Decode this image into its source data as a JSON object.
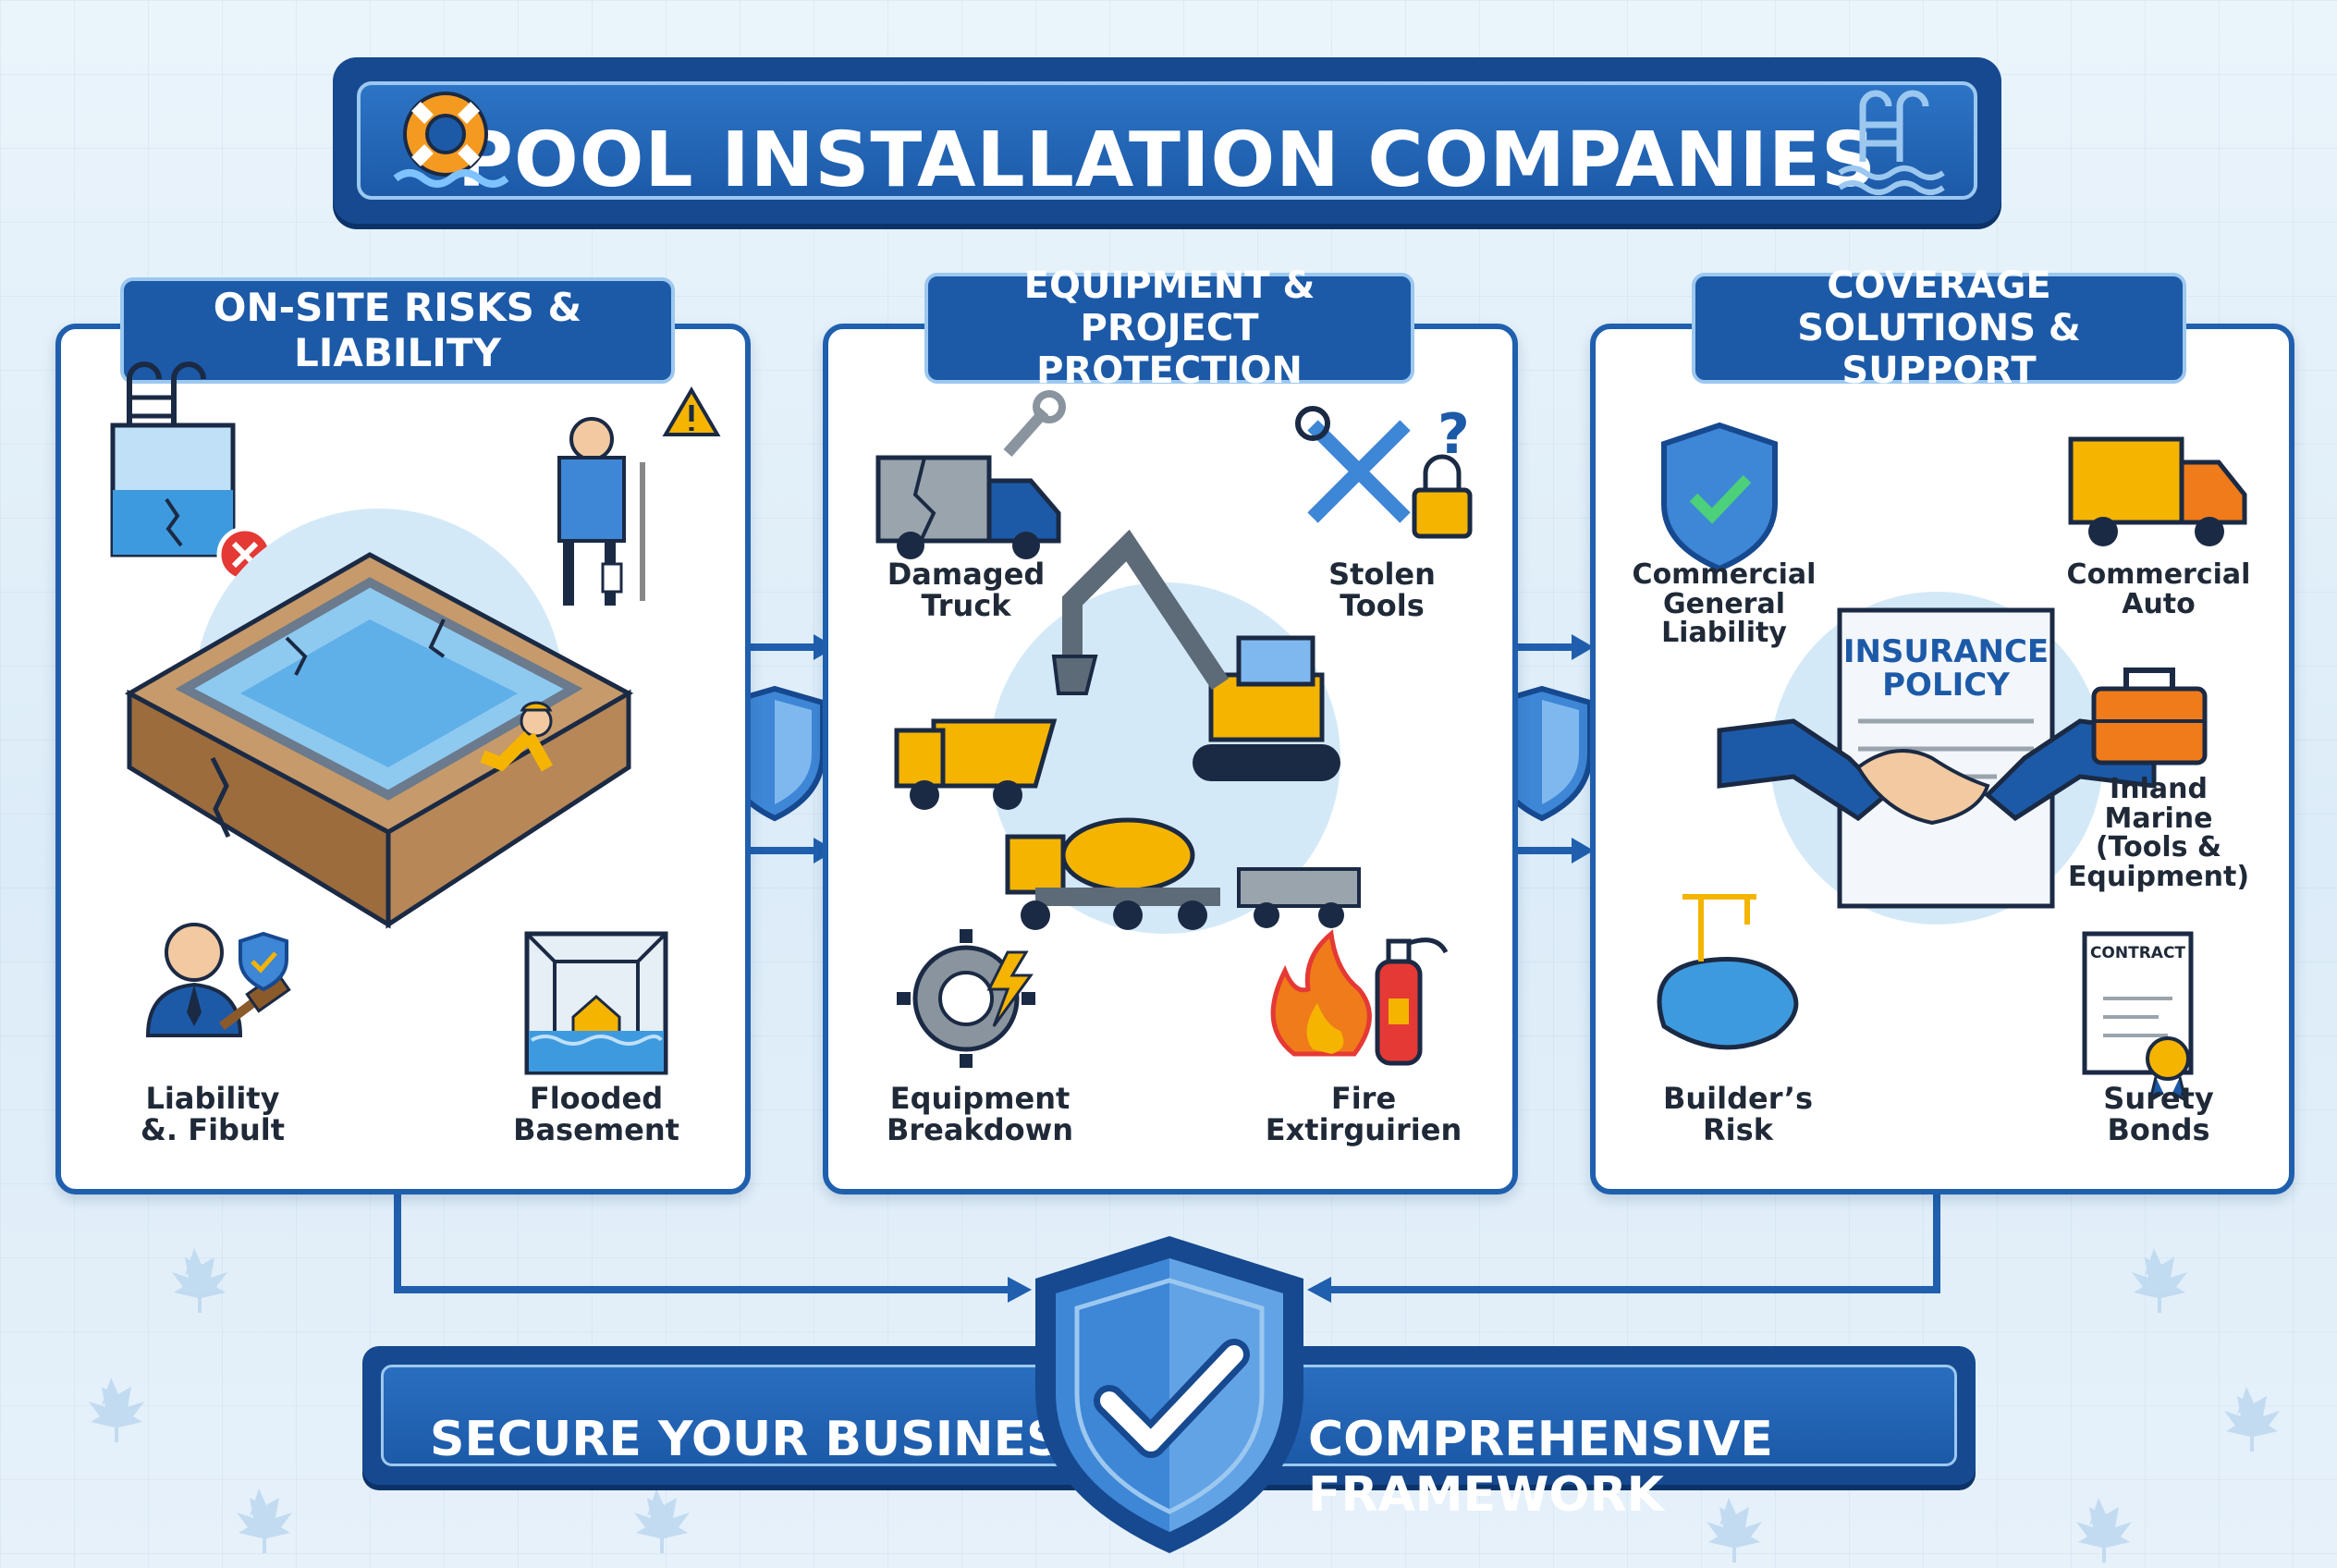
{
  "title": "POOL INSTALLATION COMPANIES",
  "panels": [
    {
      "heading": "ON-SITE RISKS & LIABILITY",
      "items": [
        "Liability\n&. Fibult",
        "Flooded\nBasement"
      ]
    },
    {
      "heading": "EQUIPMENT &\nPROJECT PROTECTION",
      "items": [
        "Damaged\nTruck",
        "Stolen\nTools",
        "Equipment\nBreakdown",
        "Fire\nExtirguirien"
      ]
    },
    {
      "heading": "COVERAGE SOLUTIONS\n& SUPPORT",
      "items": [
        "Commercial\nGeneral\nLiability",
        "Commercial\nAuto",
        "Inland\nMarine\n(Tools &\nEquipment)",
        "Builder’s\nRisk",
        "Surety\nBonds"
      ],
      "policy_doc_title": "INSURANCE\nPOLICY",
      "contract_label": "CONTRACT"
    }
  ],
  "footer": {
    "left": "SECURE YOUR BUSINESS:",
    "right": "COMPREHENSIVE FRAMEWORK"
  },
  "colors": {
    "primary_blue": "#1c5aa8",
    "dark_blue": "#16498f",
    "light_blue": "#9cc8f0",
    "accent_yellow": "#f5b400",
    "accent_orange": "#f07b1a",
    "danger_red": "#e53935"
  }
}
